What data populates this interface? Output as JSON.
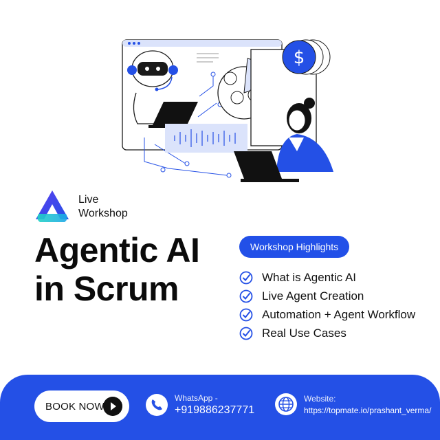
{
  "brand": {
    "line1": "Live",
    "line2": "Workshop"
  },
  "title": {
    "line1": "Agentic AI",
    "line2": "in Scrum"
  },
  "highlights": {
    "badge": "Workshop Highlights",
    "items": [
      "What is Agentic AI",
      "Live Agent Creation",
      "Automation + Agent Workflow",
      "Real Use Cases"
    ]
  },
  "footer": {
    "book_label": "BOOK NOW",
    "whatsapp_label": "WhatsApp -",
    "whatsapp_number": "+919886237771",
    "website_label": "Website:",
    "website_url": "https://topmate.io/prashant_verma/"
  },
  "colors": {
    "accent": "#2450e6",
    "dark": "#111111",
    "white": "#ffffff"
  },
  "icons": [
    "robot-illustration-icon",
    "dollar-icon",
    "check-circle-icon",
    "play-arrow-icon",
    "phone-icon",
    "globe-icon"
  ]
}
